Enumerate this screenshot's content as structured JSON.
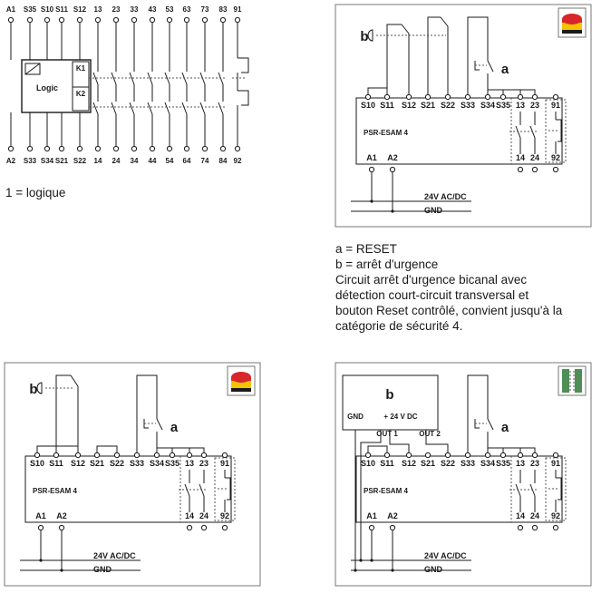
{
  "relay_diagram": {
    "top_terminals": [
      "A1",
      "S35",
      "S10",
      "S11",
      "S12",
      "13",
      "23",
      "33",
      "43",
      "53",
      "63",
      "73",
      "83",
      "91"
    ],
    "bottom_terminals": [
      "A2",
      "S33",
      "S34",
      "S21",
      "S22",
      "14",
      "24",
      "34",
      "44",
      "54",
      "64",
      "74",
      "84",
      "92"
    ],
    "logic_label": "Logic",
    "k1_label": "K1",
    "k2_label": "K2",
    "caption": "1 = logique"
  },
  "panels": {
    "top_terminals": [
      "S10",
      "S11",
      "S12",
      "S21",
      "S22",
      "S33",
      "S34",
      "S35",
      "13",
      "23",
      "91"
    ],
    "bottom_terminals_left": [
      "A1",
      "A2"
    ],
    "bottom_terminals_right": [
      "14",
      "24",
      "92"
    ],
    "device_label": "PSR-ESAM 4",
    "supply_label": "24V AC/DC",
    "gnd_label": "GND",
    "reset_label": "a",
    "estop_label": "b",
    "safety_b_label": "b",
    "sensor_gnd_label": "GND",
    "sensor_24v_label": "+ 24 V DC",
    "out1_label": "OUT 1",
    "out2_label": "OUT 2"
  },
  "legend": {
    "line_a": "a = RESET",
    "line_b": "b = arrêt d'urgence",
    "description_lines": [
      "Circuit arrêt d'urgence bicanal avec",
      "détection court-circuit transversal et",
      "bouton Reset contrôlé, convient jusqu'à la",
      "catégorie de sécurité 4."
    ]
  },
  "icons": {
    "estop": "emergency-stop-icon",
    "light_curtain": "light-curtain-icon"
  },
  "colors": {
    "estop_red": "#d8262b",
    "estop_yellow": "#f5c400",
    "curtain_green": "#4f8f55"
  }
}
